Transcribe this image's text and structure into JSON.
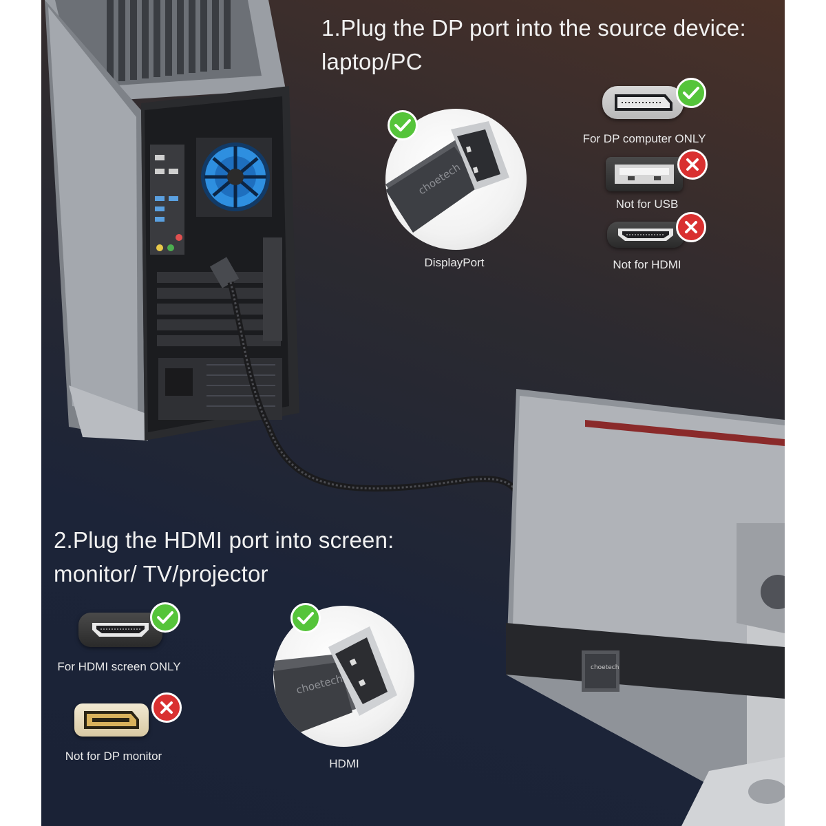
{
  "step1": {
    "heading_line1": "1.Plug the DP port into the source device:",
    "heading_line2": "laptop/PC"
  },
  "step2": {
    "heading_line1": "2.Plug the HDMI port into screen:",
    "heading_line2": "monitor/ TV/projector"
  },
  "connectors": {
    "displayport_label": "DisplayPort",
    "hdmi_label": "HDMI",
    "brand_text": "choetech"
  },
  "source_ports": [
    {
      "label": "For DP computer ONLY",
      "status": "ok"
    },
    {
      "label": "Not for USB",
      "status": "no"
    },
    {
      "label": "Not for HDMI",
      "status": "no"
    }
  ],
  "screen_ports": [
    {
      "label": "For HDMI screen ONLY",
      "status": "ok"
    },
    {
      "label": "Not for DP monitor",
      "status": "no"
    }
  ],
  "colors": {
    "ok": "#55c43a",
    "no": "#d93030",
    "fan_glow": "#2e8fe0"
  }
}
